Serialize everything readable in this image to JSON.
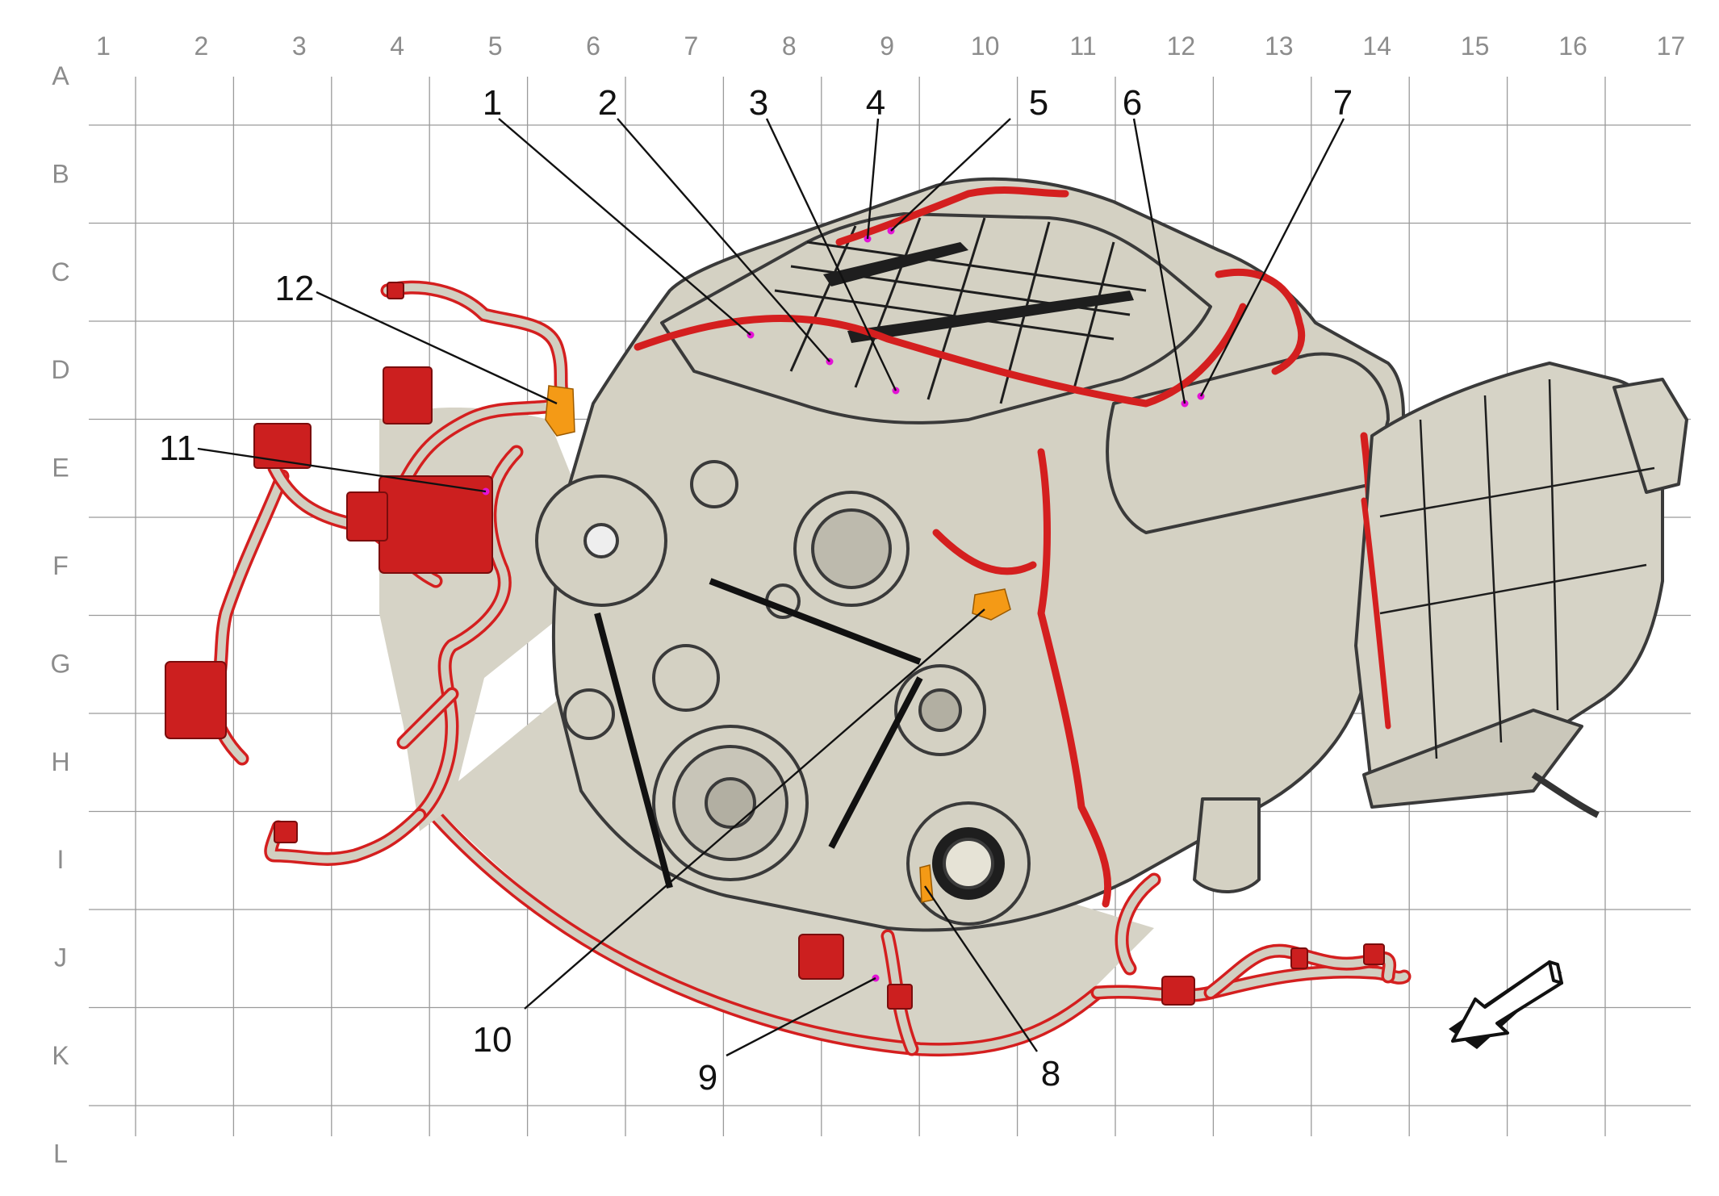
{
  "grid": {
    "columns": [
      "1",
      "2",
      "3",
      "4",
      "5",
      "6",
      "7",
      "8",
      "9",
      "10",
      "11",
      "12",
      "13",
      "14",
      "15",
      "16",
      "17"
    ],
    "rows": [
      "A",
      "B",
      "C",
      "D",
      "E",
      "F",
      "G",
      "H",
      "I",
      "J",
      "K",
      "L"
    ]
  },
  "callouts": [
    "1",
    "2",
    "3",
    "4",
    "5",
    "6",
    "7",
    "8",
    "9",
    "10",
    "11",
    "12"
  ],
  "colors": {
    "harness": "#d41f1f",
    "harness_fill": "#d2cfc1",
    "engine": "#d4d1c3",
    "connector_highlight": "#f49a16",
    "splice_point": "#e312d6",
    "grid": "#9a9a9a"
  },
  "icons": {
    "orientation_arrow": "forward-direction-arrow-icon"
  }
}
